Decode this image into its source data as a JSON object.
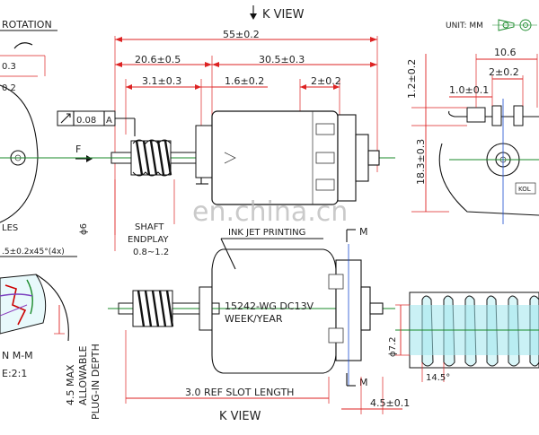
{
  "top_labels": {
    "rotation": "ROTATION",
    "k_view_top": "K VIEW",
    "unit": "UNIT: MM"
  },
  "dimensions": {
    "overall": "55±0.2",
    "left_seg": "20.6±0.5",
    "right_seg": "30.5±0.3",
    "worm_len": "3.1±0.3",
    "gap": "1.6±0.2",
    "end_gap": "2±0.2",
    "runout": "0.08",
    "runout_datum": "A",
    "force": "F",
    "shaft_dia": "ϕ6",
    "shaft_label": "SHAFT",
    "endplay_label": "ENDPLAY",
    "endplay_val": "0.8~1.2",
    "holes": "LES",
    "chamfer": ".5±0.2x45°(4x)",
    "left_v1": "0.3",
    "left_v2": "0.2",
    "right_w": "10.6",
    "right_w2": "2±0.2",
    "right_v1": "1.0±0.1",
    "right_h1": "1.2±0.2",
    "right_h2": "18.3±0.3",
    "kol": "KOL"
  },
  "bottom": {
    "ink_jet": "INK JET PRINTING",
    "print_line1": "15242-WG DC13V",
    "print_line2": "WEEK/YEAR",
    "section_m_top": "M",
    "section_m_bottom": "M",
    "slot": "3.0 REF SLOT LENGTH",
    "slot_dim": "4.5±0.1",
    "k_view_bottom": "K VIEW",
    "plug_line1": "4.5 MAX",
    "plug_line2": "ALLOWABLE",
    "plug_line3": "PLUG-IN DEPTH",
    "section_mm": "N M-M",
    "scale": "E:2:1",
    "worm_dia": "ϕ7.2",
    "angle": "14.5°"
  },
  "watermark": "en.china.cn"
}
